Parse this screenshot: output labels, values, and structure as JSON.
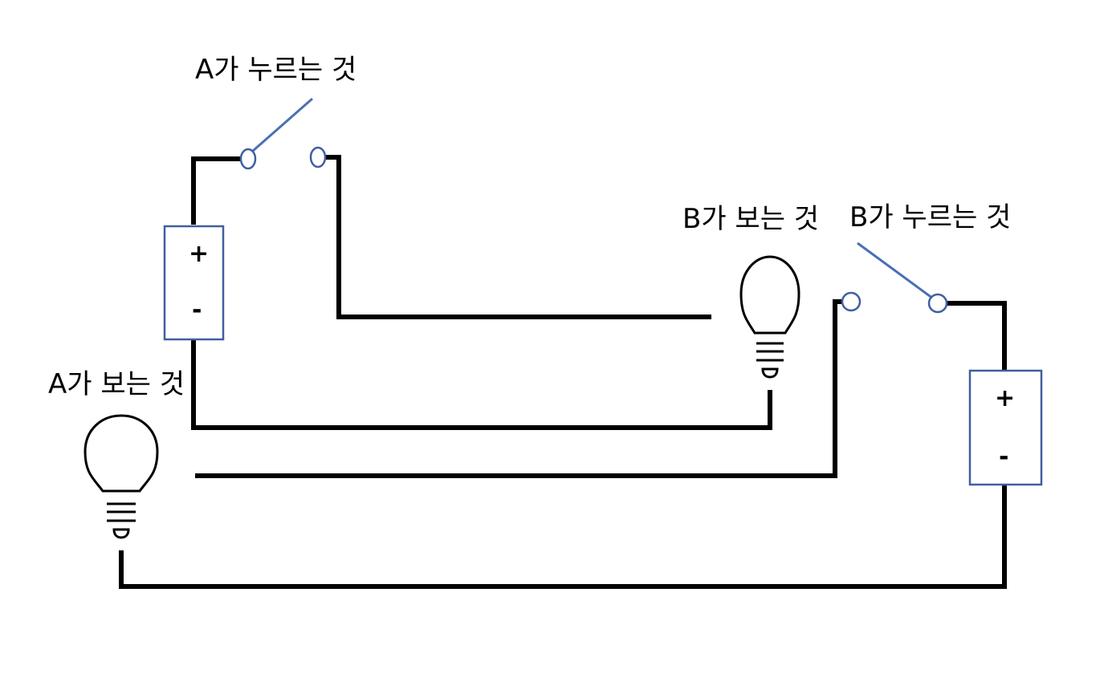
{
  "labels": {
    "a_switch": "A가 누르는 것",
    "a_lamp": "A가 보는 것",
    "b_lamp": "B가 보는 것",
    "b_switch": "B가 누르는 것"
  },
  "battery_signs": {
    "plus": "+",
    "minus": "-"
  },
  "colors": {
    "wire": "#000000",
    "component": "#3f5fa0",
    "switch_lever": "#4a6fb5"
  }
}
